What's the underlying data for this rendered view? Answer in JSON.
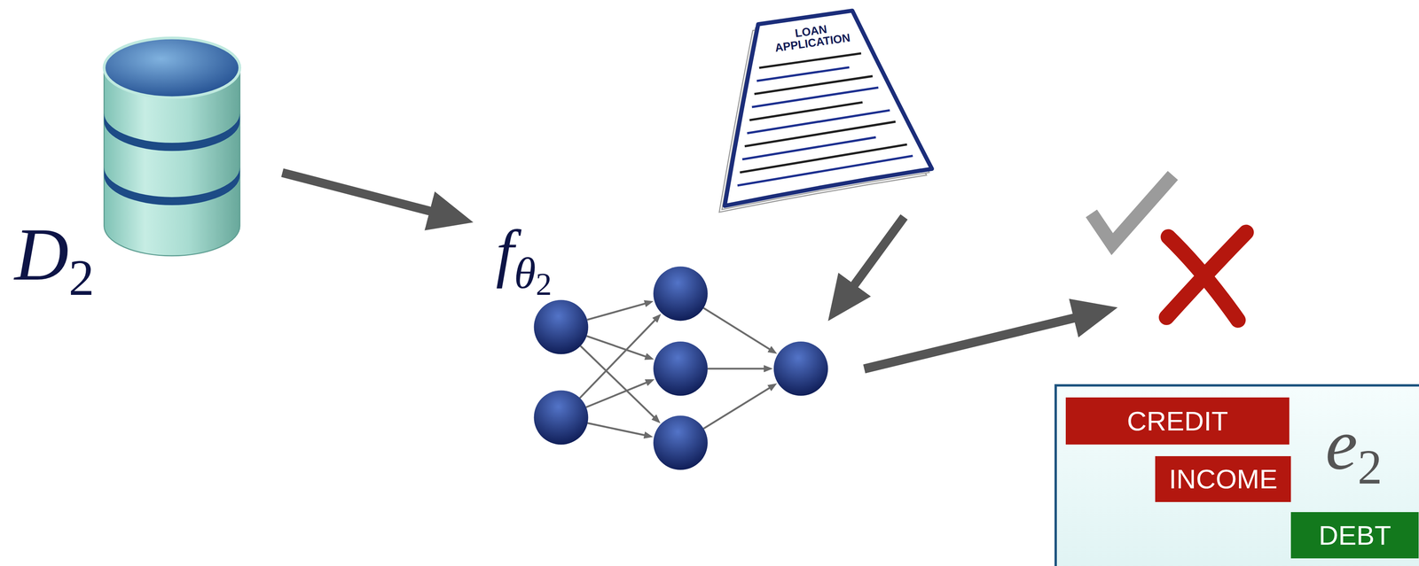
{
  "diagram": {
    "nodes": [
      {
        "text": [
          "D2"
        ]
      },
      {
        "text": [
          "fθ2"
        ]
      },
      {
        "text": [
          "LOAN APPLICATION"
        ]
      },
      {
        "text": [
          "e2"
        ]
      },
      {
        "text": [
          "CREDIT"
        ],
        "in": 3
      },
      {
        "text": [
          "INCOME"
        ],
        "in": 3
      },
      {
        "text": [
          "DEBT"
        ],
        "in": 3
      }
    ],
    "edges": [
      {
        "from": 0,
        "to": 1,
        "arrow": "to"
      },
      {
        "from": 2,
        "to": 1,
        "arrow": "to"
      }
    ]
  }
}
